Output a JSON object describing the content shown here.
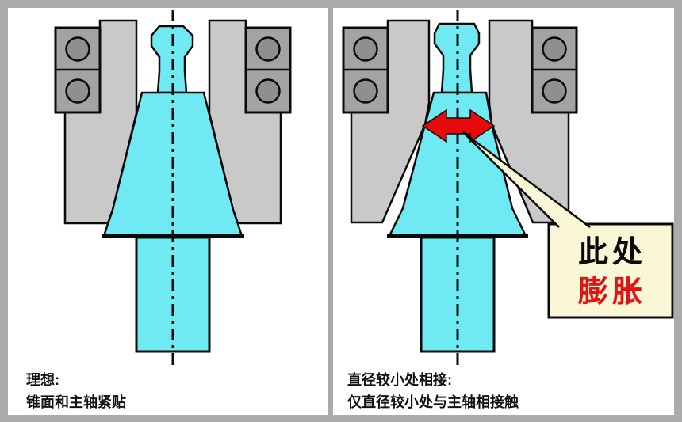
{
  "panels": [
    {
      "id": "ideal-contact",
      "caption_line1": "理想:",
      "caption_line2": "锥面和主轴紧贴"
    },
    {
      "id": "small-diameter-contact",
      "caption_line1": "直径较小处相接:",
      "caption_line2": "仅直径较小处与主轴相接触",
      "callout": {
        "line1": "此处",
        "line2": "膨胀"
      }
    }
  ],
  "colors": {
    "frame_gray": "#ababab",
    "panel_white": "#ffffff",
    "spindle_light_gray": "#c9c9c9",
    "clamp_block_gray": "#a3a3a3",
    "bolt_circle_gray": "#8f8f8f",
    "toolholder_cyan": "#6feaf2",
    "outline_black": "#0a0a0a",
    "arrow_red": "#e80a0a",
    "callout_yellow": "#f9f7d6",
    "callout_red_text": "#e01414"
  }
}
